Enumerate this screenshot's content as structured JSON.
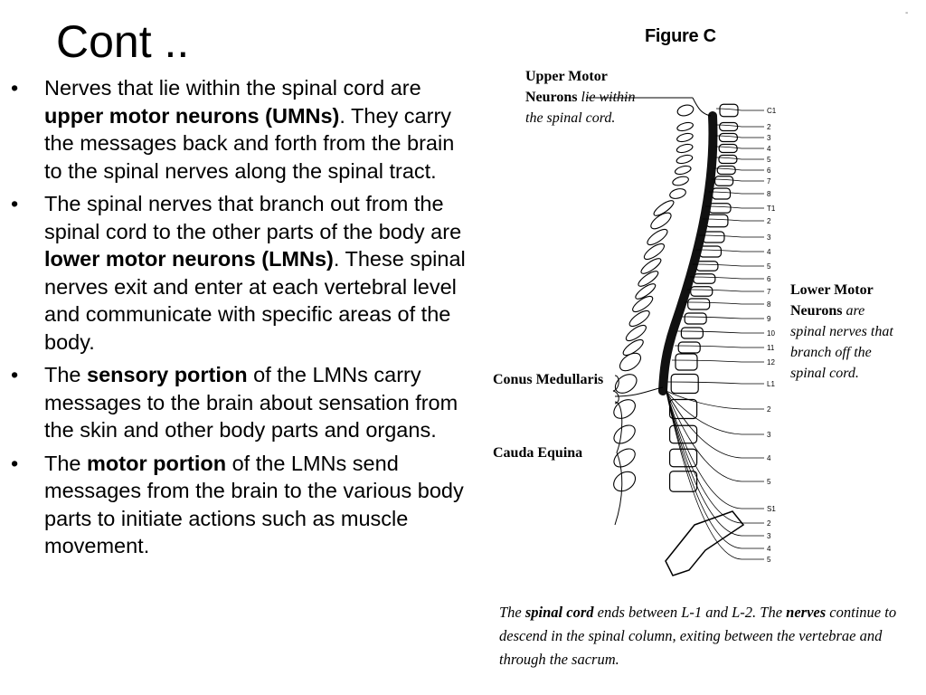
{
  "title": "Cont ..",
  "bullets": [
    {
      "runs": [
        {
          "text": "Nerves that lie within the spinal cord are ",
          "bold": false
        },
        {
          "text": "upper motor neurons (UMNs)",
          "bold": true
        },
        {
          "text": ". They carry the messages back and forth from the brain to the spinal nerves along the spinal tract.",
          "bold": false
        }
      ]
    },
    {
      "runs": [
        {
          "text": "The spinal nerves that branch out from the spinal cord to the other parts of the body are ",
          "bold": false
        },
        {
          "text": "lower motor neurons (LMNs)",
          "bold": true
        },
        {
          "text": ". These spinal nerves exit and enter at each vertebral level and communicate with specific areas of the body.",
          "bold": false
        }
      ]
    },
    {
      "runs": [
        {
          "text": "The ",
          "bold": false
        },
        {
          "text": "sensory portion",
          "bold": true
        },
        {
          "text": " of the LMNs carry messages to the brain about sensation from the skin and other body parts and organs.",
          "bold": false
        }
      ]
    },
    {
      "runs": [
        {
          "text": "The ",
          "bold": false
        },
        {
          "text": "motor portion",
          "bold": true
        },
        {
          "text": " of the LMNs send messages from the brain to the various body parts to initiate actions such as muscle movement.",
          "bold": false
        }
      ]
    }
  ],
  "bullet_symbol": "•",
  "figure": {
    "title": "Figure C",
    "corner_mark": "-",
    "upper_label": {
      "bold1": "Upper Motor",
      "bold2": "Neurons",
      "italic1": " lie within",
      "italic2": "the spinal cord."
    },
    "lower_label": {
      "bold1": "Lower Motor",
      "bold2": "Neurons",
      "italic1": " are",
      "italic2": "spinal nerves that",
      "italic3": "branch off the",
      "italic4": "spinal cord."
    },
    "conus_label": "Conus Medullaris",
    "cauda_label": "Cauda Equina",
    "levels": [
      "C1",
      "2",
      "3",
      "4",
      "5",
      "6",
      "7",
      "8",
      "T1",
      "2",
      "3",
      "4",
      "5",
      "6",
      "7",
      "8",
      "9",
      "10",
      "11",
      "12",
      "L1",
      "2",
      "3",
      "4",
      "5",
      "S1",
      "2",
      "3",
      "4",
      "5"
    ],
    "caption": {
      "p1": "The ",
      "b1": "spinal cord",
      "p2": " ends between L-1 and L-2.  The ",
      "b2": "nerves",
      "p3": " continue to descend in the spinal column, exiting between the vertebrae and through the sacrum."
    }
  }
}
